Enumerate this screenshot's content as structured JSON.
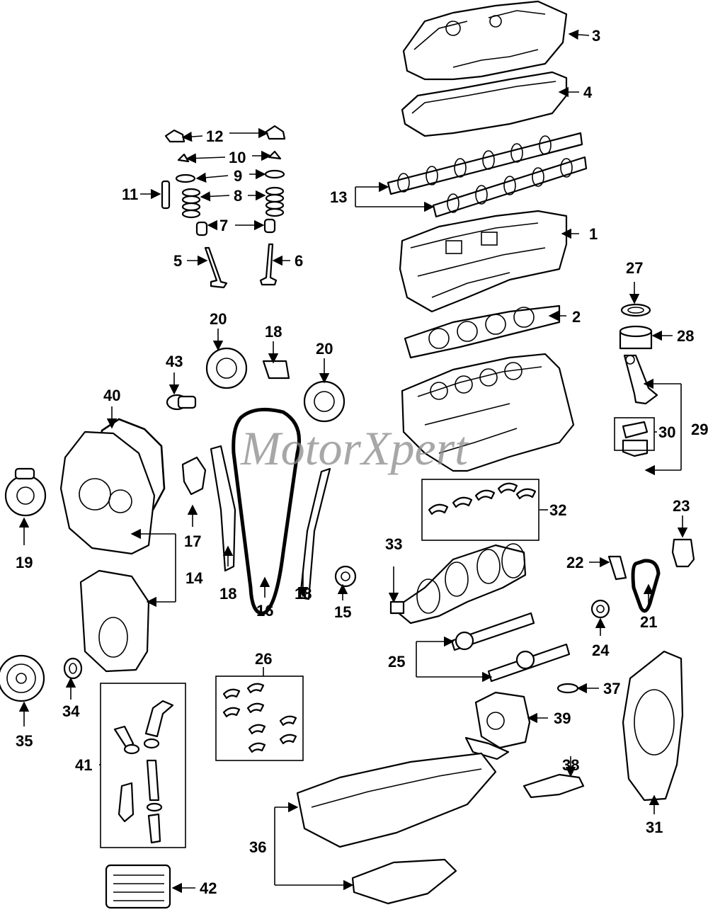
{
  "watermark": {
    "text": "MotorXpert"
  },
  "colors": {
    "ink": "#000000",
    "watermark": "#8a8a8a",
    "background": "#ffffff"
  },
  "callouts": [
    "1",
    "2",
    "3",
    "4",
    "5",
    "6",
    "7",
    "8",
    "9",
    "10",
    "11",
    "12",
    "13",
    "14",
    "15",
    "16",
    "17",
    "18",
    "18",
    "18",
    "19",
    "20",
    "20",
    "21",
    "22",
    "23",
    "24",
    "25",
    "26",
    "27",
    "28",
    "29",
    "30",
    "31",
    "32",
    "33",
    "34",
    "35",
    "36",
    "37",
    "38",
    "39",
    "40",
    "41",
    "42",
    "43"
  ]
}
